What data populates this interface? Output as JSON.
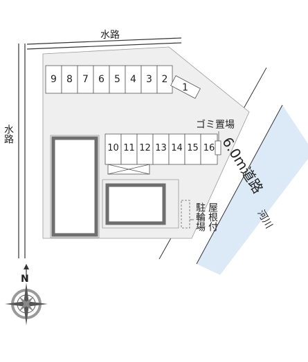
{
  "labels": {
    "canal_top": "水路",
    "canal_left": "水路",
    "road": "6.0m道路",
    "river": "河川",
    "garbage": "ゴミ置場",
    "bike_parking": "駐輪場",
    "roof": "屋根付",
    "compass_north": "N"
  },
  "parking": {
    "top_row": [
      "9",
      "8",
      "7",
      "6",
      "5",
      "4",
      "3",
      "2"
    ],
    "slot_1": "1",
    "middle_row": [
      "10",
      "11",
      "12",
      "13",
      "14",
      "15",
      "16"
    ]
  },
  "colors": {
    "lot_fill": "#efefef",
    "river_fill": "#dceaf7",
    "building_border": "#6e6e6e",
    "line": "#333333"
  }
}
